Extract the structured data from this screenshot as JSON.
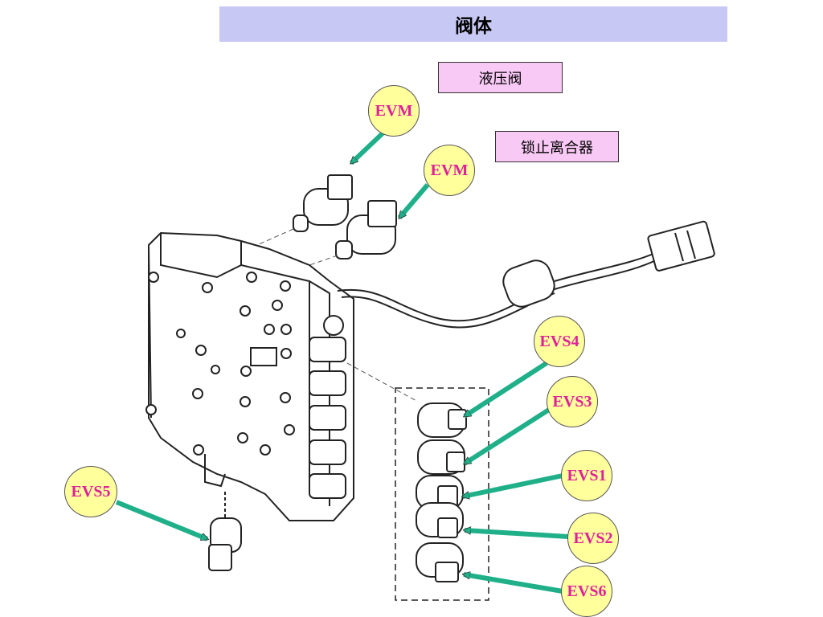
{
  "header": {
    "title": "阀体"
  },
  "tags": {
    "hydraulic_valve": "液压阀",
    "lockup_clutch": "锁止离合器"
  },
  "labels": {
    "evm_top": "EVM",
    "evm_bottom": "EVM",
    "evs4": "EVS4",
    "evs3": "EVS3",
    "evs1": "EVS1",
    "evs2": "EVS2",
    "evs6": "EVS6",
    "evs5": "EVS5"
  },
  "colors": {
    "title_bg": "#c8c8f5",
    "tag_bg": "#f9c9f5",
    "badge_bg": "#ffff9c",
    "badge_text": "#e0209a",
    "arrow": "#1fb08a"
  }
}
